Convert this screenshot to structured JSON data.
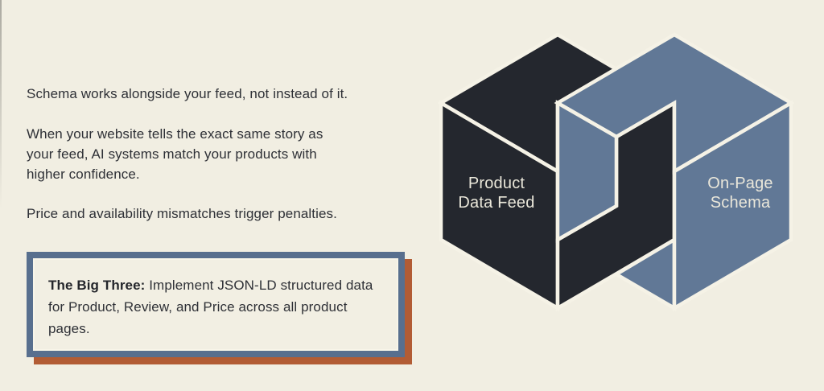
{
  "page": {
    "background_color": "#f1eee2",
    "body_text_color": "#2e3036"
  },
  "text_block": {
    "p1": "Schema works alongside your feed, not instead of it.",
    "p2": "When your website tells the exact same story as\nyour feed, AI systems match your products with\nhigher confidence.",
    "p3": "Price and availability mismatches trigger penalties."
  },
  "callout": {
    "lead": "The Big Three: ",
    "body": "Implement JSON-LD structured data for Product, Review, and Price across all product pages.",
    "border_color": "#586f8e",
    "shadow_color": "#b25c34",
    "fill_color": "#f2efe3"
  },
  "diagram": {
    "left_cube_label": "Product\nData Feed",
    "right_cube_label": "On-Page\nSchema",
    "left_cube_color": "#24272e",
    "right_cube_color": "#617896",
    "outline_color": "#f5f2e6",
    "label_color": "#eae7da"
  }
}
